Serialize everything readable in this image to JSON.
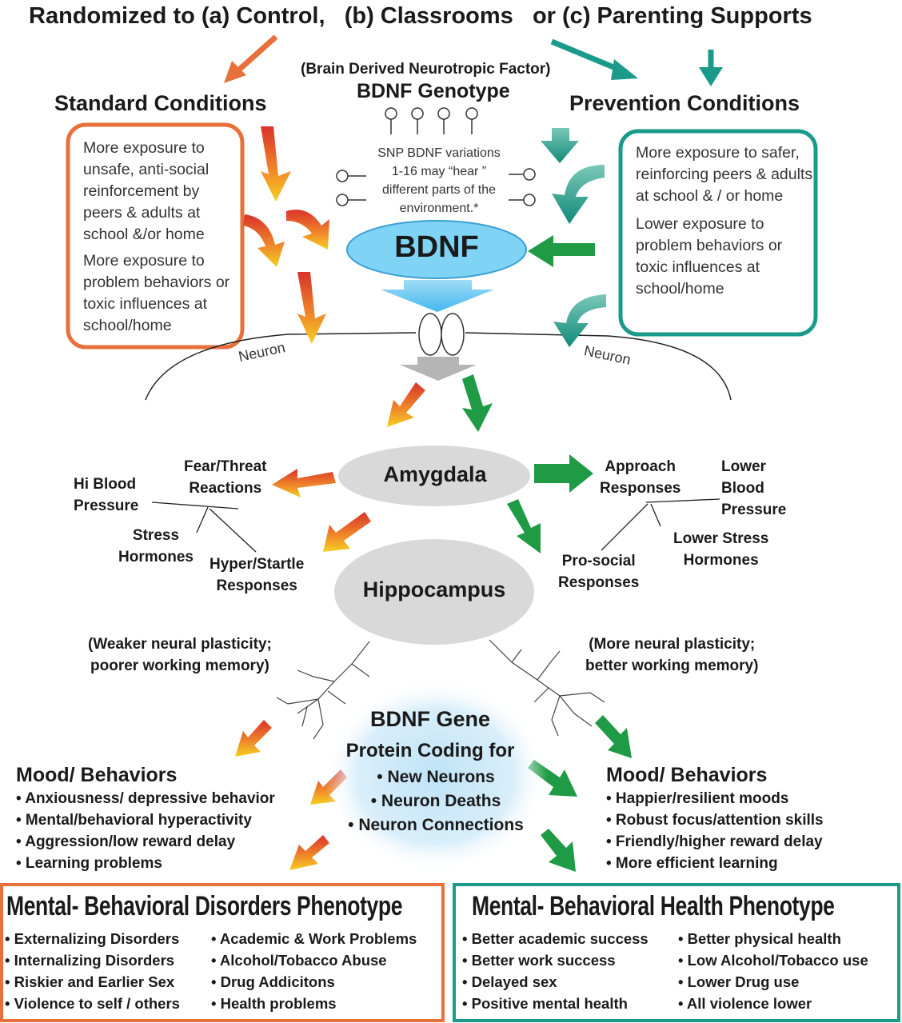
{
  "colors": {
    "orange": "#e8703a",
    "teal": "#1a9a8a",
    "green": "#1f9a45",
    "bdnf_blue": "#7fd4f5",
    "gray": "#d6d6d6"
  },
  "top": {
    "title": "Randomized to (a) Control,   (b) Classrooms   or (c) Parenting Supports",
    "standard": "Standard Conditions",
    "prevention": "Prevention Conditions",
    "bdnf_full": "(Brain Derived Neurotropic Factor)",
    "bdnf_genotype": "BDNF Genotype",
    "snp_text": [
      "SNP BDNF variations",
      "1-16  may “hear ”",
      "different parts of the",
      "environment.*"
    ]
  },
  "standard_box": [
    "More exposure to unsafe, anti-social reinforcement by peers & adults at school &/or home",
    "More exposure to problem behaviors or toxic influences at school/home"
  ],
  "prevention_box": [
    "More exposure to safer, reinforcing peers & adults at school & / or home",
    "Lower exposure to problem behaviors or toxic influences at school/home"
  ],
  "bdnf_label": "BDNF",
  "neuron_left": "Neuron",
  "neuron_right": "Neuron",
  "amygdala": "Amygdala",
  "hippocampus": "Hippocampus",
  "left_labels": {
    "fear": [
      "Fear/Threat",
      "Reactions"
    ],
    "hi_bp": [
      "Hi Blood",
      "Pressure"
    ],
    "stress": [
      "Stress",
      "Hormones"
    ],
    "startle": [
      "Hyper/Startle",
      "Responses"
    ],
    "plasticity": [
      "(Weaker neural plasticity;",
      "poorer working memory)"
    ]
  },
  "right_labels": {
    "approach": [
      "Approach",
      "Responses"
    ],
    "lower_bp": [
      "Lower",
      "Blood",
      "Pressure"
    ],
    "lower_stress": [
      "Lower Stress",
      "Hormones"
    ],
    "prosocial": [
      "Pro-social",
      "Responses"
    ],
    "plasticity": [
      "(More neural plasticity;",
      "better working memory)"
    ]
  },
  "gene": {
    "title": "BDNF Gene",
    "subtitle": "Protein Coding for",
    "items": [
      "• New Neurons",
      "• Neuron Deaths",
      "• Neuron Connections"
    ]
  },
  "mood_left": {
    "title": "Mood/ Behaviors",
    "items": [
      "• Anxiousness/ depressive behavior",
      "• Mental/behavioral hyperactivity",
      "• Aggression/low reward delay",
      "• Learning problems"
    ]
  },
  "mood_right": {
    "title": "Mood/ Behaviors",
    "items": [
      "• Happier/resilient moods",
      "• Robust focus/attention skills",
      "• Friendly/higher reward delay",
      "• More efficient learning"
    ]
  },
  "disorders": {
    "title": "Mental- Behavioral Disorders Phenotype",
    "col1": [
      "• Externalizing Disorders",
      "• Internalizing Disorders",
      "• Riskier and Earlier Sex",
      "• Violence to self / others"
    ],
    "col2": [
      "• Academic & Work Problems",
      "• Alcohol/Tobacco Abuse",
      "• Drug Addicitons",
      "• Health problems"
    ]
  },
  "health": {
    "title": "Mental- Behavioral Health Phenotype",
    "col1": [
      "• Better academic success",
      "• Better work success",
      "• Delayed sex",
      "• Positive mental health"
    ],
    "col2": [
      "• Better physical health",
      "• Low Alcohol/Tobacco use",
      "• Lower Drug use",
      "• All violence lower"
    ]
  }
}
